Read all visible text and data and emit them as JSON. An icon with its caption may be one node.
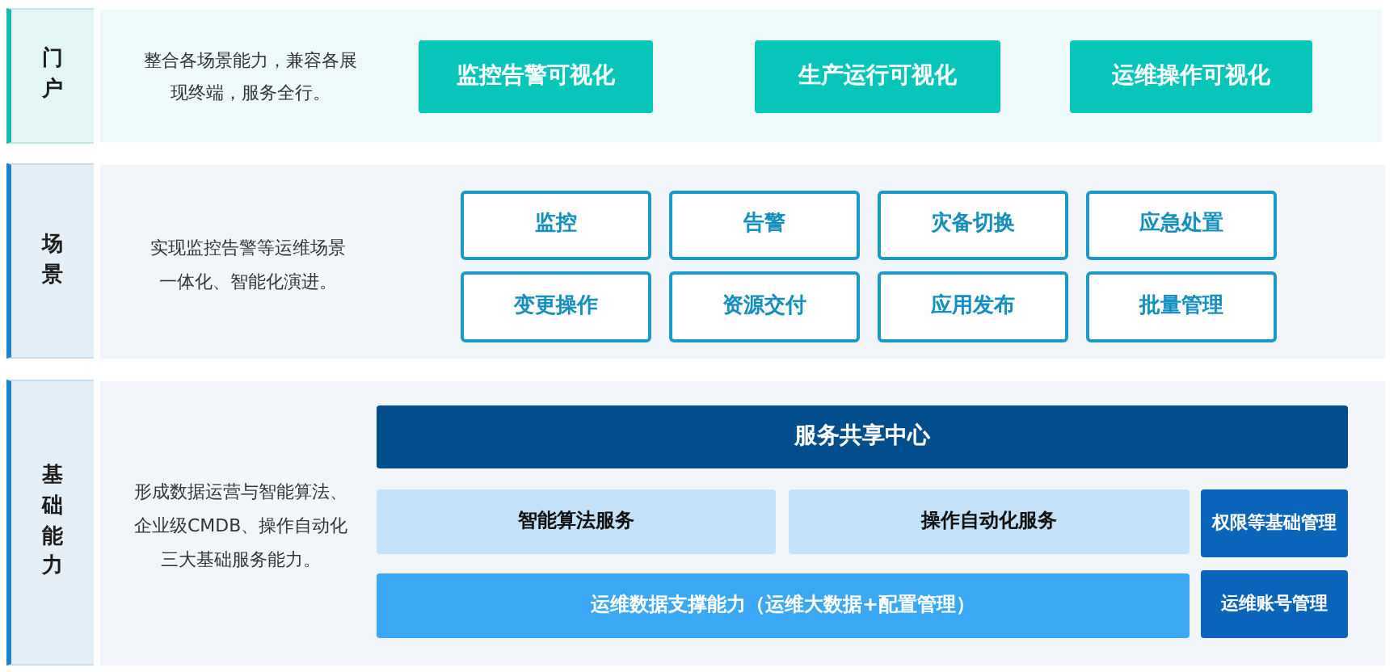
{
  "diagram": {
    "nodes": [
      {
        "text": [
          "门户"
        ]
      },
      {
        "text": [
          "整合各场景能力，兼容各展现终端，服务全行。"
        ]
      },
      {
        "text": [
          "监控告警可视化"
        ],
        "in": 1
      },
      {
        "text": [
          "生产运行可视化"
        ],
        "in": 1
      },
      {
        "text": [
          "运维操作可视化"
        ],
        "in": 1
      },
      {
        "text": [
          "场景"
        ]
      },
      {
        "text": [
          "实现监控告警等运维场景一体化、智能化演进。"
        ]
      },
      {
        "text": [
          "监控"
        ],
        "in": 6
      },
      {
        "text": [
          "告警"
        ],
        "in": 6
      },
      {
        "text": [
          "灾备切换"
        ],
        "in": 6
      },
      {
        "text": [
          "应急处置"
        ],
        "in": 6
      },
      {
        "text": [
          "变更操作"
        ],
        "in": 6
      },
      {
        "text": [
          "资源交付"
        ],
        "in": 6
      },
      {
        "text": [
          "应用发布"
        ],
        "in": 6
      },
      {
        "text": [
          "批量管理"
        ],
        "in": 6
      },
      {
        "text": [
          "基础能力"
        ]
      },
      {
        "text": [
          "形成数据运营与智能算法、企业级CMDB、操作自动化三大基础服务能力。"
        ]
      },
      {
        "text": [
          "服务共享中心"
        ],
        "in": 16
      },
      {
        "text": [
          "智能算法服务"
        ],
        "in": 16
      },
      {
        "text": [
          "操作自动化服务"
        ],
        "in": 16
      },
      {
        "text": [
          "权限等基础管理"
        ],
        "in": 16
      },
      {
        "text": [
          "运维数据支撑能力（运维大数据+配置管理）"
        ],
        "in": 16
      },
      {
        "text": [
          "运维账号管理"
        ],
        "in": 16
      }
    ]
  }
}
